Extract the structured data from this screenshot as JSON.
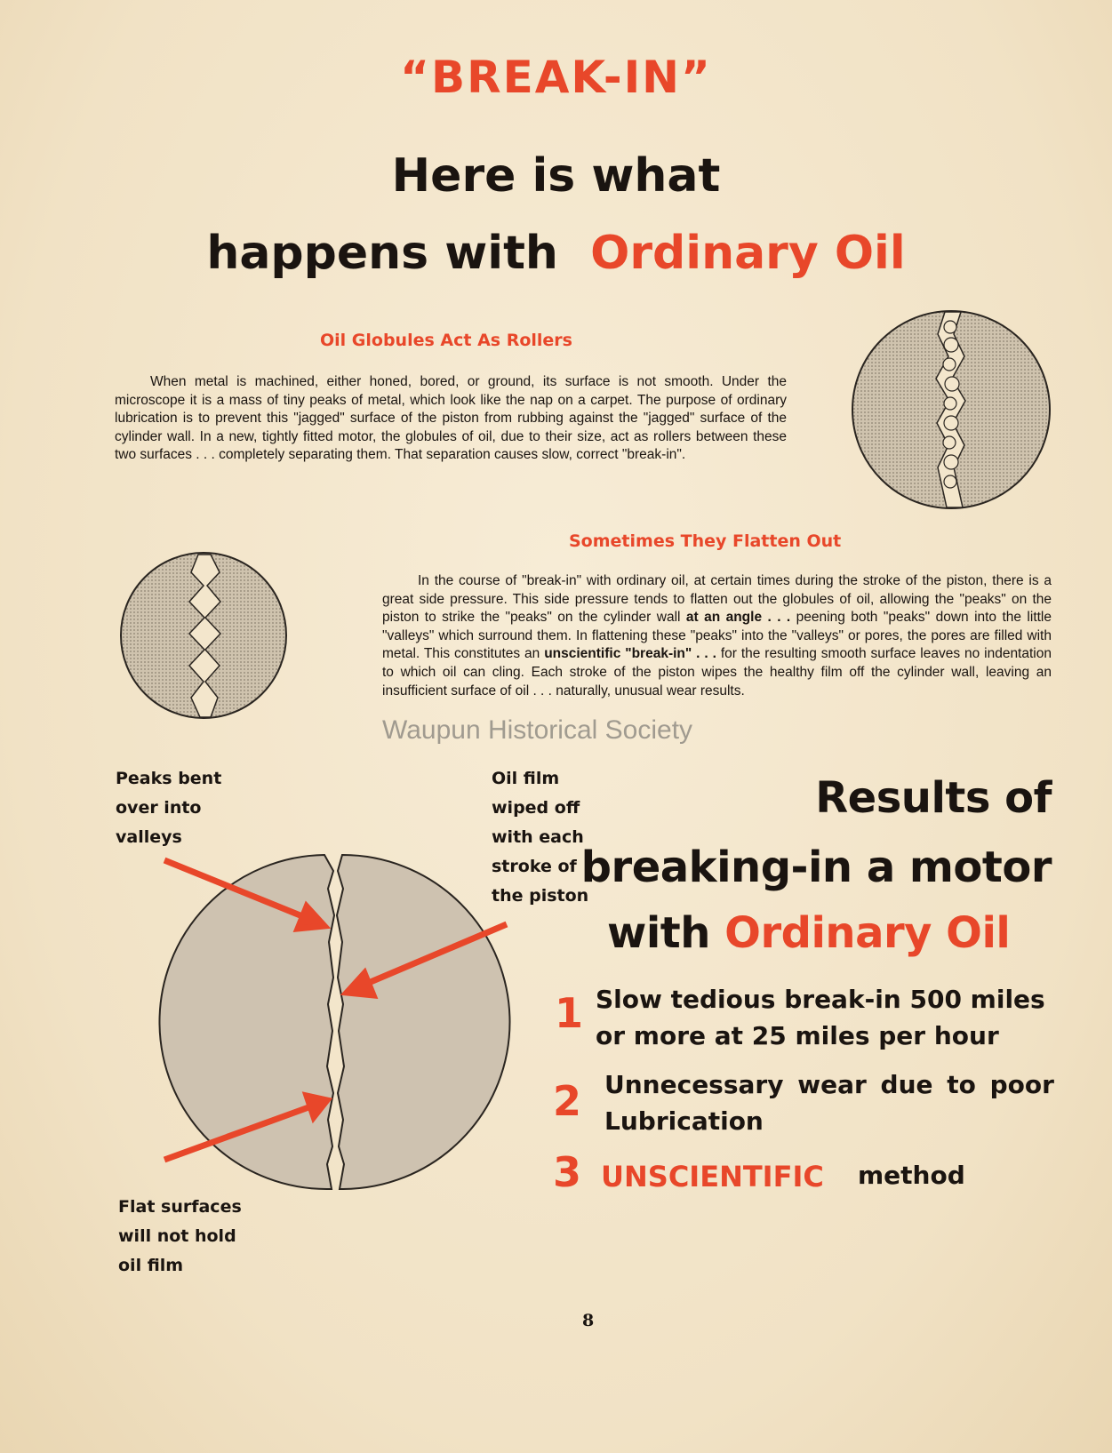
{
  "header": {
    "kicker": "“BREAK-IN”",
    "title_line1": "Here is what",
    "title_line2_prefix": "happens with",
    "title_line2_highlight": "Ordinary Oil"
  },
  "section1": {
    "heading": "Oil Globules Act As Rollers",
    "body": "When metal is machined, either honed, bored, or ground, its surface is not smooth. Under the microscope it is a mass of tiny peaks of metal, which look like the nap on a carpet. The purpose of ordinary lubrication is to prevent this \"jagged\" surface of the piston from rubbing against the \"jagged\" surface of the cylinder wall. In a new, tightly fitted motor, the globules of oil, due to their size, act as rollers between these two surfaces . . . completely separating them. That separation causes slow, correct \"break-in\"."
  },
  "section2": {
    "heading": "Sometimes They Flatten Out",
    "body_part1": "In the course of \"break-in\" with ordinary oil, at certain times during the stroke of the piston, there is a great side pressure. This side pressure tends to flatten out the globules of oil, allowing the \"peaks\" on the piston to strike the \"peaks\" on the cylinder wall ",
    "body_bold1": "at an angle . . .",
    "body_part2": " peening both \"peaks\" down into the little \"valleys\" which surround them. In flattening these \"peaks\" into the \"valleys\" or pores, the pores are filled with metal. This constitutes an ",
    "body_bold2": "unscientific \"break-in\" . . .",
    "body_part3": " for the resulting smooth surface leaves no indentation to which oil can cling. Each stroke of the piston wipes the healthy film off the cylinder wall, leaving an insufficient surface of oil . . . naturally, unusual wear results."
  },
  "watermark": "Waupun Historical Society",
  "diagram_labels": {
    "peaks": [
      "Peaks bent",
      "over into",
      "valleys"
    ],
    "oil_film": [
      "Oil film",
      "wiped off",
      "with each",
      "stroke of",
      "the piston"
    ],
    "flat": [
      "Flat surfaces",
      "will not hold",
      "oil film"
    ]
  },
  "results": {
    "line1": "Results of",
    "line2": "breaking-in a motor",
    "line3_prefix": "with",
    "line3_highlight": "Ordinary Oil",
    "items": [
      {
        "number": "1",
        "lines": [
          "Slow tedious break-in 500 miles",
          "or more at 25 miles per hour"
        ]
      },
      {
        "number": "2",
        "lines": [
          "Unnecessary wear due to poor",
          "Lubrication"
        ]
      },
      {
        "number": "3",
        "highlight": "UNSCIENTIFIC",
        "rest": "method"
      }
    ]
  },
  "page_number": "8",
  "colors": {
    "accent": "#e8472a",
    "paper": "#f3e6cc",
    "ink": "#1a1410"
  }
}
